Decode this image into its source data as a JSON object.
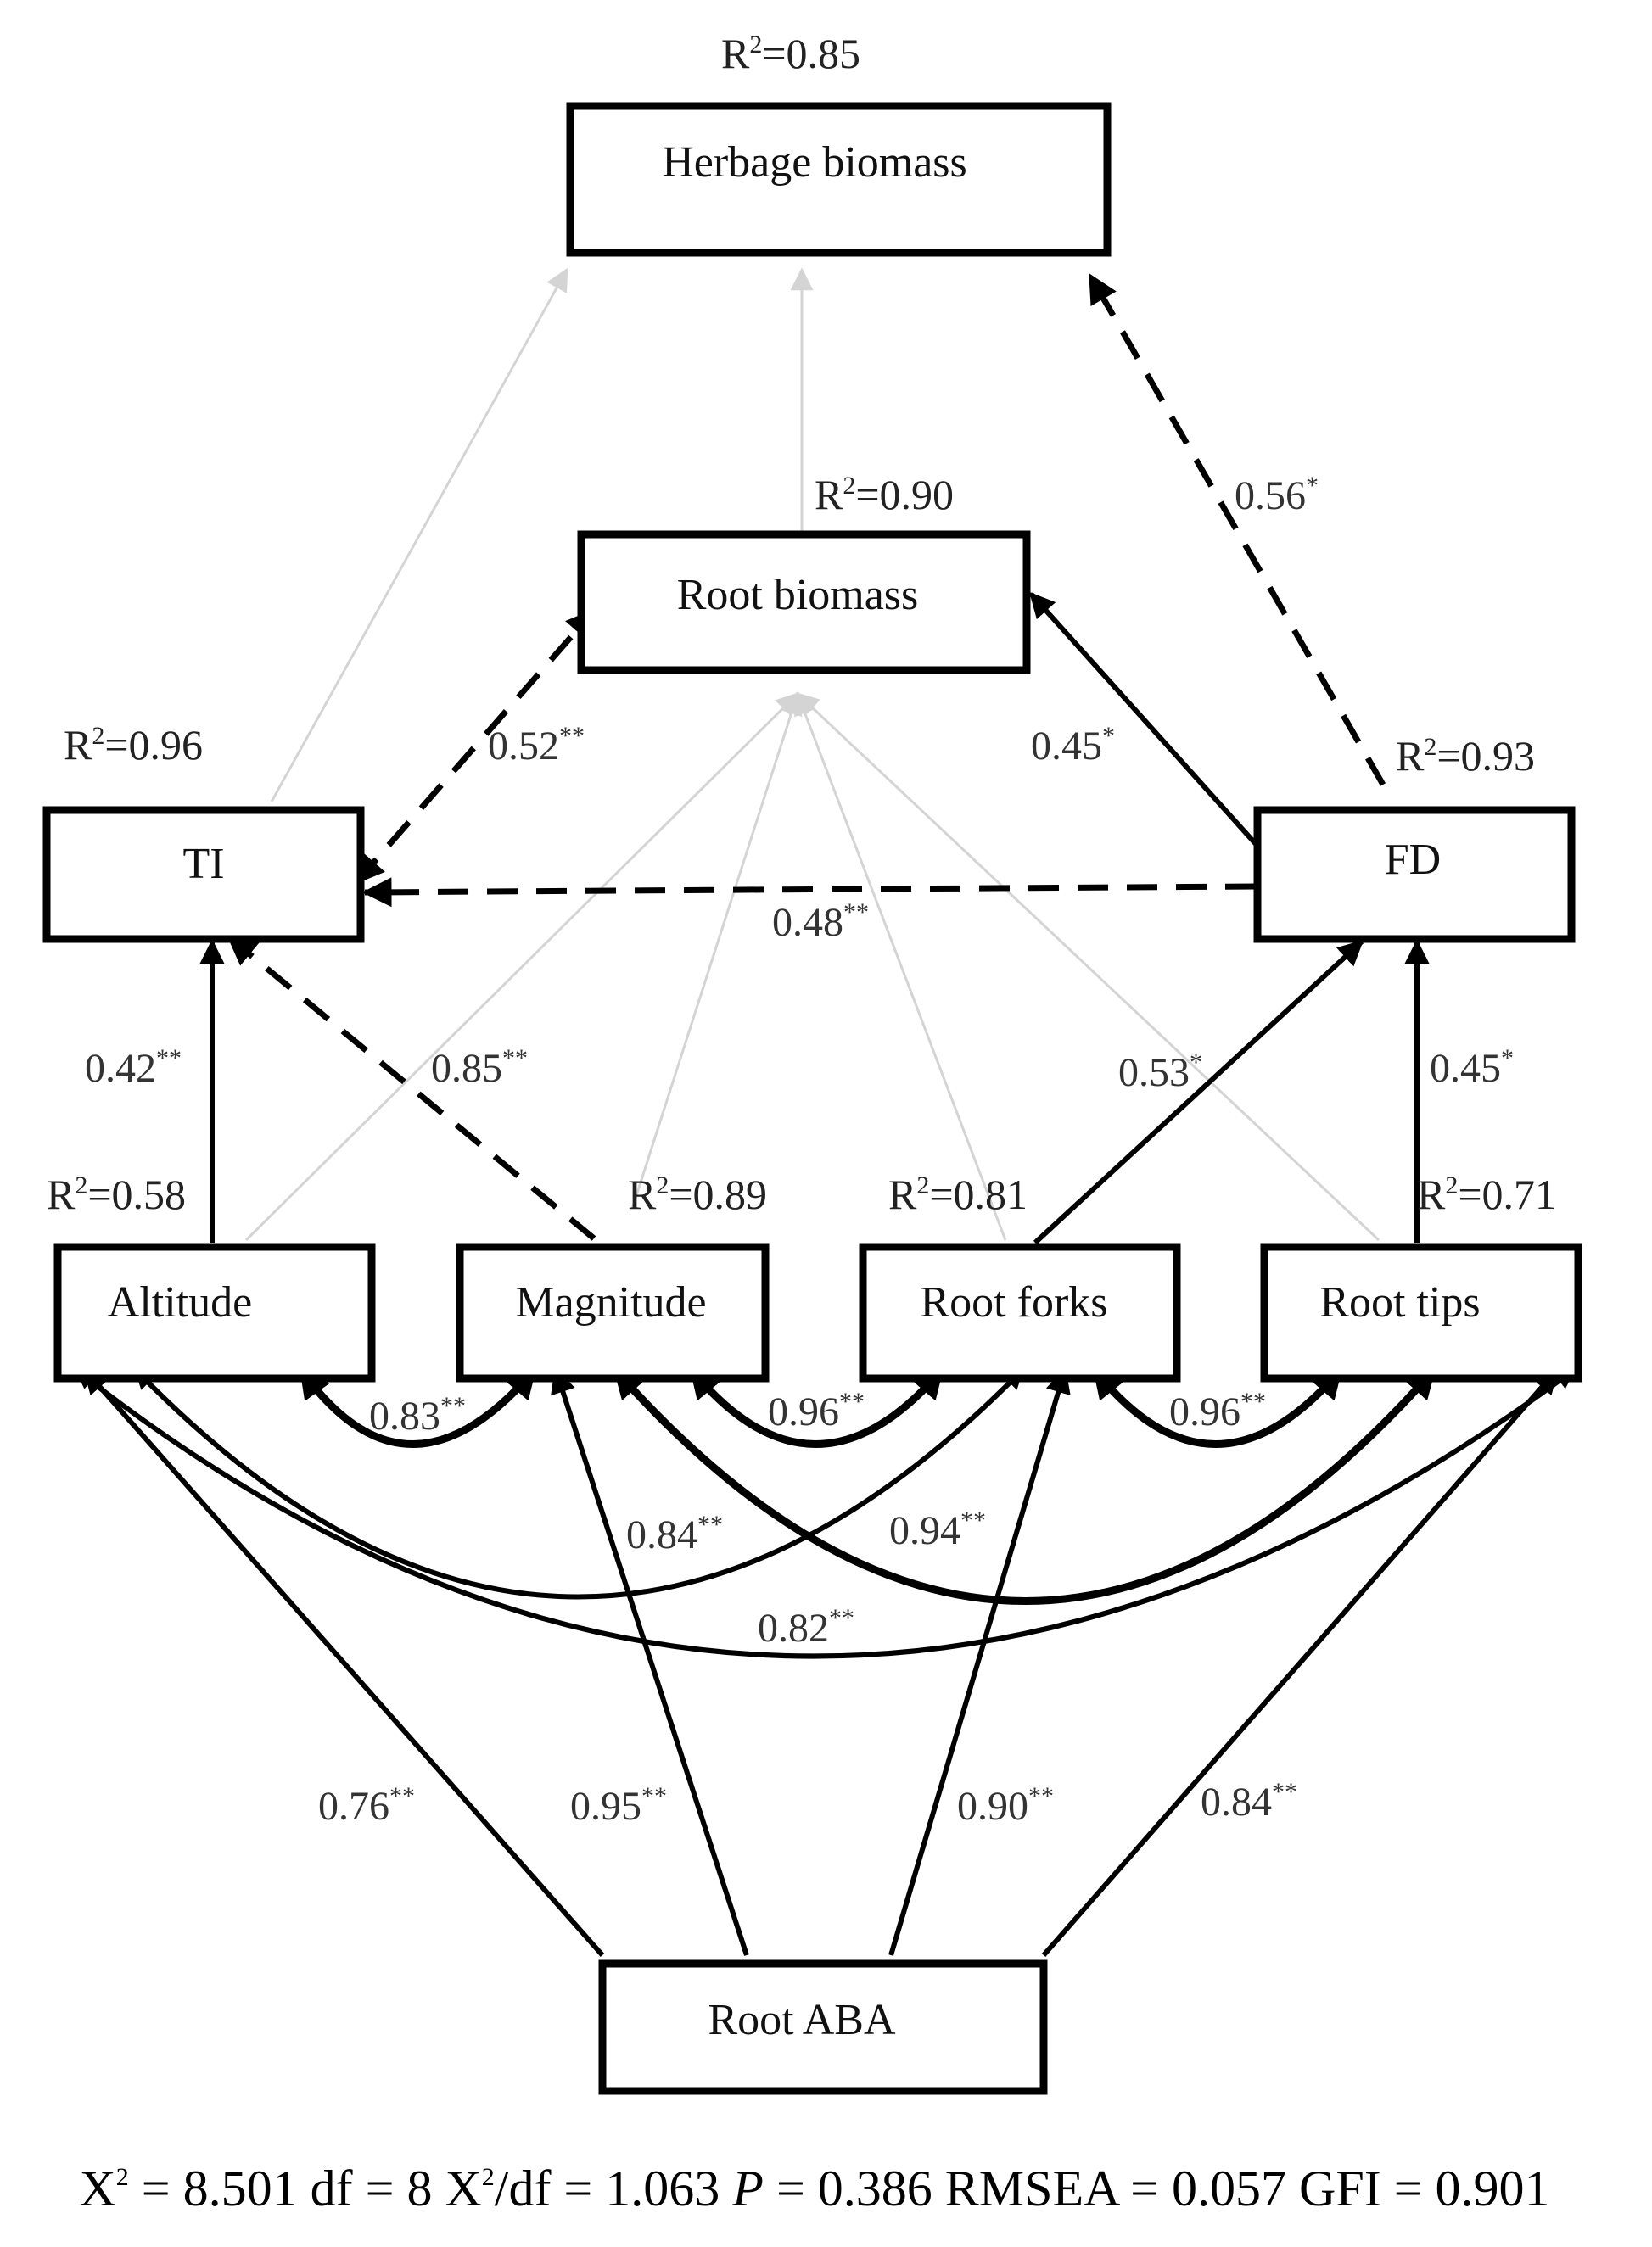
{
  "nodes": {
    "herbage": {
      "label": "Herbage biomass",
      "r2": "R",
      "r2_value": "=0.85"
    },
    "root_biomass": {
      "label": "Root biomass",
      "r2": "R",
      "r2_value": "=0.90"
    },
    "ti": {
      "label": "TI",
      "r2": "R",
      "r2_value": "=0.96"
    },
    "fd": {
      "label": "FD",
      "r2": "R",
      "r2_value": "=0.93"
    },
    "altitude": {
      "label": "Altitude",
      "r2": "R",
      "r2_value": "=0.58"
    },
    "magnitude": {
      "label": "Magnitude",
      "r2": "R",
      "r2_value": "=0.89"
    },
    "root_forks": {
      "label": "Root forks",
      "r2": "R",
      "r2_value": "=0.81"
    },
    "root_tips": {
      "label": "Root tips",
      "r2": "R",
      "r2_value": "=0.71"
    },
    "root_aba": {
      "label": "Root ABA"
    }
  },
  "r2_superscript": "2",
  "paths": {
    "fd_herbage": {
      "value": "0.56",
      "sig": "*"
    },
    "ti_root_biomass": {
      "value": "0.52",
      "sig": "**"
    },
    "fd_root_biomass": {
      "value": "0.45",
      "sig": "*"
    },
    "fd_ti": {
      "value": "0.48",
      "sig": "**"
    },
    "altitude_ti": {
      "value": "0.42",
      "sig": "**"
    },
    "magnitude_ti": {
      "value": "0.85",
      "sig": "**"
    },
    "root_forks_fd": {
      "value": "0.53",
      "sig": "*"
    },
    "root_tips_fd": {
      "value": "0.45",
      "sig": "*"
    },
    "aba_altitude": {
      "value": "0.76",
      "sig": "**"
    },
    "aba_magnitude": {
      "value": "0.95",
      "sig": "**"
    },
    "aba_root_forks": {
      "value": "0.90",
      "sig": "**"
    },
    "aba_root_tips": {
      "value": "0.84",
      "sig": "**"
    }
  },
  "correlations": {
    "altitude_magnitude": {
      "value": "0.83",
      "sig": "**"
    },
    "magnitude_root_forks": {
      "value": "0.96",
      "sig": "**"
    },
    "root_forks_root_tips": {
      "value": "0.96",
      "sig": "**"
    },
    "altitude_root_forks": {
      "value": "0.84",
      "sig": "**"
    },
    "magnitude_root_tips": {
      "value": "0.94",
      "sig": "**"
    },
    "altitude_root_tips": {
      "value": "0.82",
      "sig": "**"
    }
  },
  "fit": {
    "chi_symbol": "X",
    "chi_sup": "2",
    "chi_value": " = 8.501  df = 8  X",
    "ratio_sup": "2",
    "ratio_value": "/df = 1.063 ",
    "p_symbol": "P",
    "p_value": " = 0.386  RMSEA = 0.057  GFI = 0.901"
  }
}
